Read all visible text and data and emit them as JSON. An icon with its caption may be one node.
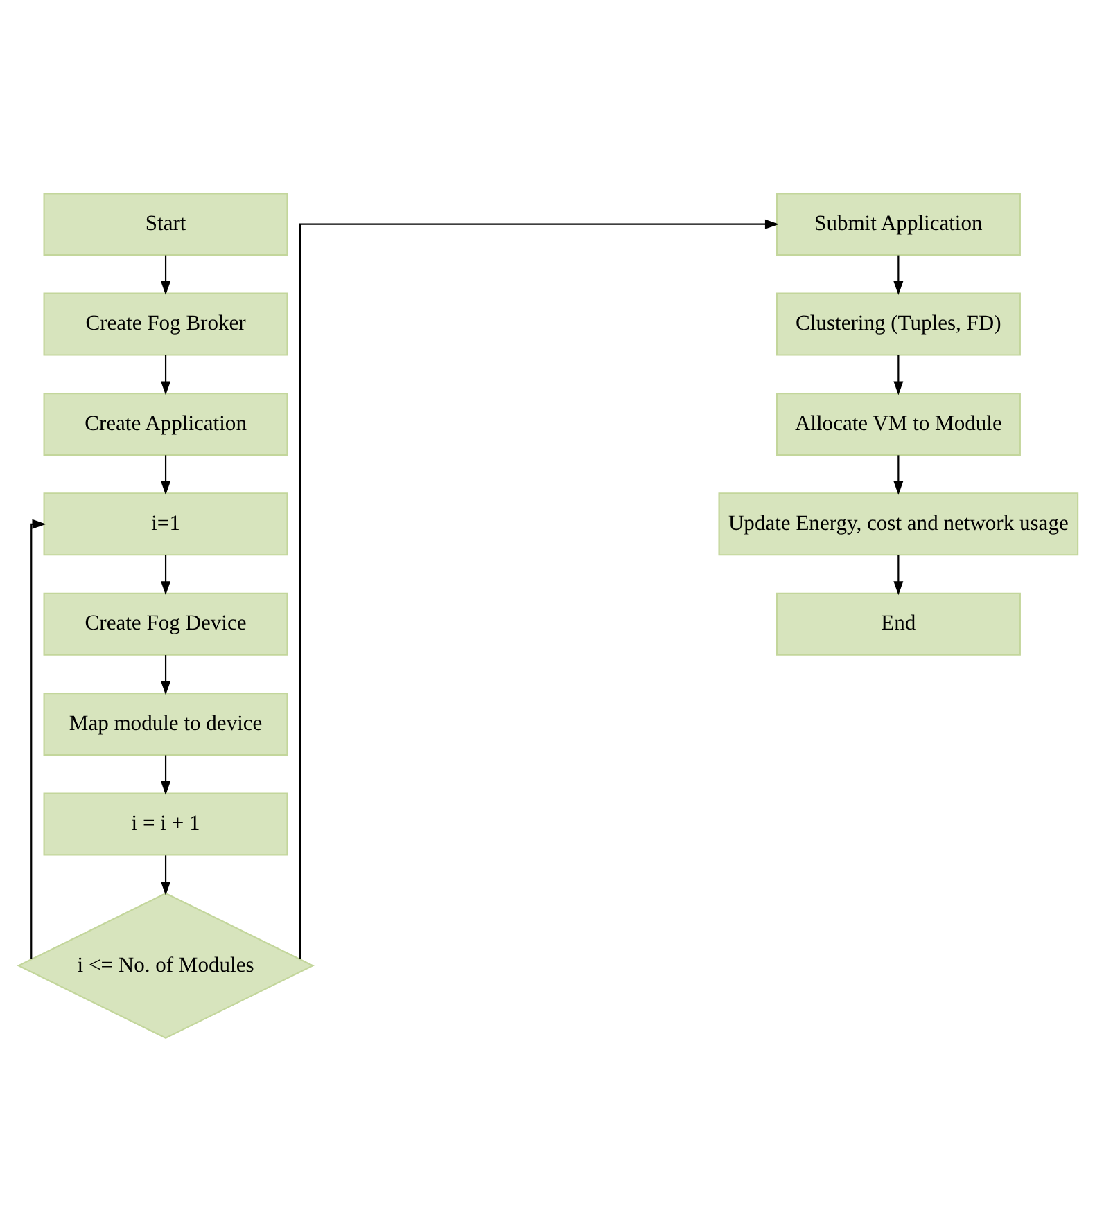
{
  "diagram": {
    "nodes": [
      {
        "text": [
          "Start"
        ]
      },
      {
        "text": [
          "Create Fog Broker"
        ]
      },
      {
        "text": [
          "Create Application"
        ]
      },
      {
        "text": [
          "i=1"
        ]
      },
      {
        "text": [
          "Create Fog Device"
        ]
      },
      {
        "text": [
          "Map module to device"
        ]
      },
      {
        "text": [
          "i = i + 1"
        ]
      },
      {
        "text": [
          "i <= No. of Modules"
        ]
      },
      {
        "text": [
          "Submit Application"
        ]
      },
      {
        "text": [
          "Clustering (Tuples, FD)"
        ]
      },
      {
        "text": [
          "Allocate VM to Module"
        ]
      },
      {
        "text": [
          "Update Energy, cost and network usage"
        ]
      },
      {
        "text": [
          "End"
        ]
      }
    ],
    "edges": [
      {
        "from": 0,
        "to": 1,
        "arrow": "to"
      },
      {
        "from": 1,
        "to": 2,
        "arrow": "to"
      },
      {
        "from": 2,
        "to": 3,
        "arrow": "to"
      },
      {
        "from": 3,
        "to": 4,
        "arrow": "to"
      },
      {
        "from": 4,
        "to": 5,
        "arrow": "to"
      },
      {
        "from": 5,
        "to": 6,
        "arrow": "to"
      },
      {
        "from": 6,
        "to": 7,
        "arrow": "to"
      },
      {
        "from": 7,
        "to": 3,
        "arrow": "to"
      },
      {
        "from": 7,
        "to": 8,
        "arrow": "to"
      },
      {
        "from": 8,
        "to": 9,
        "arrow": "to"
      },
      {
        "from": 9,
        "to": 10,
        "arrow": "to"
      },
      {
        "from": 10,
        "to": 11,
        "arrow": "to"
      },
      {
        "from": 11,
        "to": 12,
        "arrow": "to"
      }
    ]
  }
}
